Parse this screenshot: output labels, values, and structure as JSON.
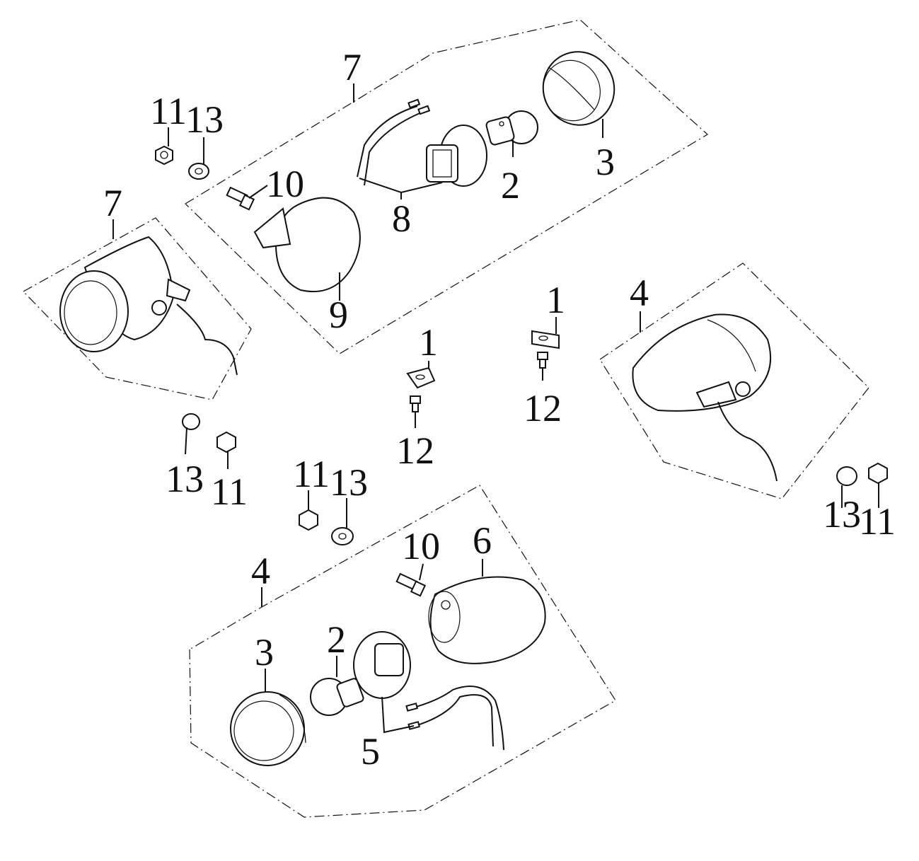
{
  "diagram": {
    "callouts": {
      "assy_top_7": "7",
      "nut_11_a": "11",
      "washer_13_a": "13",
      "bolt_10_top": "10",
      "socket_8": "8",
      "bulb_2_top": "2",
      "rim_3_top": "3",
      "lens_9": "9",
      "assy_left_7": "7",
      "washer_13_b": "13",
      "nut_11_b": "11",
      "bracket_1_a": "1",
      "screw_12_a": "12",
      "bracket_1_b": "1",
      "screw_12_b": "12",
      "assy_right_4": "4",
      "washer_13_c": "13",
      "nut_11_c": "11",
      "nut_11_d": "11",
      "washer_13_d": "13",
      "bolt_10_bottom": "10",
      "lens_6": "6",
      "assy_bottom_4": "4",
      "rim_3_bottom": "3",
      "bulb_2_bottom": "2",
      "socket_5": "5"
    }
  }
}
